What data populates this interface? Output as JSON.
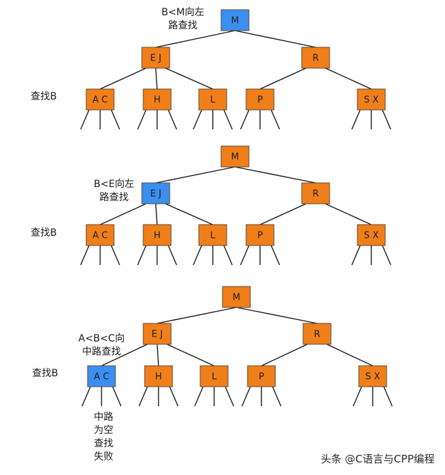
{
  "colors": {
    "normal": "#f07f1a",
    "highlight": "#3b8ff0",
    "edge": "#1a1a1a"
  },
  "nodes": {
    "root": "M",
    "left": "E J",
    "right": "R",
    "leaf1": "A C",
    "leaf2": "H",
    "leaf3": "L",
    "leaf4": "P",
    "leaf5": "S X"
  },
  "panels": [
    {
      "highlight": "root",
      "search_label": "查找B",
      "notes": [
        "B<M向左",
        "路查找"
      ]
    },
    {
      "highlight": "left",
      "search_label": "查找B",
      "notes": [
        "B<E向左",
        "路查找"
      ]
    },
    {
      "highlight": "leaf1",
      "search_label": "查找B",
      "notes": [
        "A<B<C向",
        "中路查找"
      ],
      "fail_notes": [
        "中路",
        "为空",
        "查找",
        "失败"
      ]
    }
  ],
  "watermark": "头条 @C语言与CPP编程"
}
